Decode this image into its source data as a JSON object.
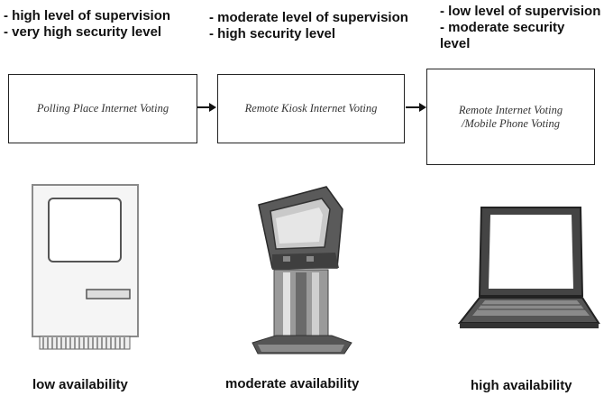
{
  "stages": [
    {
      "notes": [
        "- high level of supervision",
        "- very high security level"
      ],
      "box": "Polling Place Internet Voting",
      "availability": "low availability",
      "icon": "desktop-computer-icon"
    },
    {
      "notes": [
        "- moderate level of supervision",
        "- high security level"
      ],
      "box": "Remote Kiosk Internet Voting",
      "availability": "moderate availability",
      "icon": "kiosk-icon"
    },
    {
      "notes": [
        "- low level of supervision",
        "- moderate security",
        "level"
      ],
      "box_lines": [
        "Remote Internet Voting",
        "/Mobile Phone Voting"
      ],
      "availability": "high availability",
      "icon": "laptop-icon"
    }
  ]
}
